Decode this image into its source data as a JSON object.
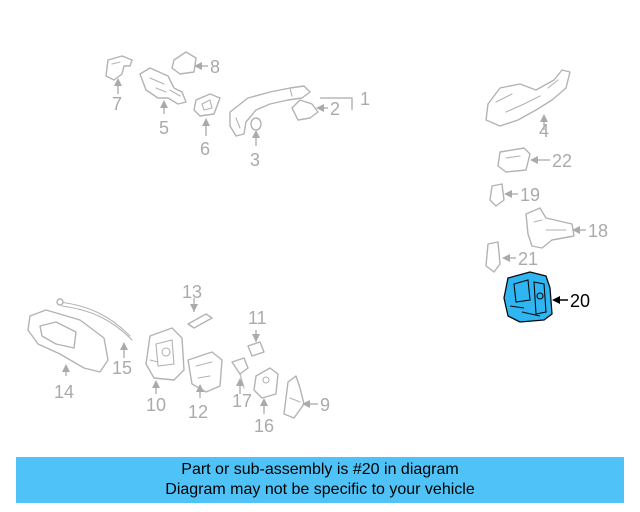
{
  "diagram": {
    "highlight_color": "#2fb6f2",
    "highlighted_part": "20",
    "callouts": {
      "p1": "1",
      "p2": "2",
      "p3": "3",
      "p4": "4",
      "p5": "5",
      "p6": "6",
      "p7": "7",
      "p8": "8",
      "p9": "9",
      "p10": "10",
      "p11": "11",
      "p12": "12",
      "p13": "13",
      "p14": "14",
      "p15": "15",
      "p16": "16",
      "p17": "17",
      "p18": "18",
      "p19": "19",
      "p20": "20",
      "p21": "21",
      "p22": "22"
    }
  },
  "banner": {
    "color": "#4fc3f7",
    "line1": "Part or sub-assembly is #20 in diagram",
    "line2": "Diagram may not be specific to your vehicle"
  }
}
